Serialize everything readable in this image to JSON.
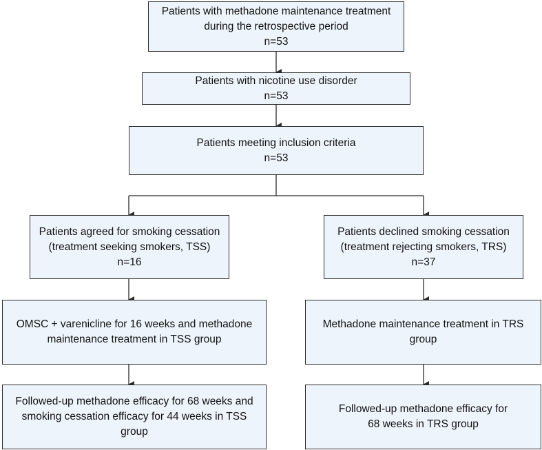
{
  "boxes": {
    "top": {
      "lines": [
        "Patients with methadone maintenance treatment",
        "during the retrospective period",
        "n=53"
      ]
    },
    "nicotine": {
      "lines": [
        "Patients with nicotine use disorder",
        "n=53"
      ]
    },
    "inclusion": {
      "lines": [
        "Patients meeting inclusion criteria",
        "n=53"
      ]
    },
    "tss": {
      "lines": [
        "Patients agreed for smoking cessation",
        "(treatment seeking smokers, TSS)",
        "n=16"
      ]
    },
    "trs": {
      "lines": [
        "Patients declined smoking cessation",
        "(treatment rejecting smokers, TRS)",
        "n=37"
      ]
    },
    "tss_treatment": {
      "lines": [
        "OMSC + varenicline for 16 weeks and methadone",
        "maintenance treatment in TSS group"
      ]
    },
    "trs_treatment": {
      "lines": [
        "Methadone maintenance treatment in TRS",
        "group"
      ]
    },
    "tss_followup": {
      "lines": [
        "Followed-up methadone efficacy for 68 weeks and",
        "smoking cessation efficacy for 44 weeks in TSS",
        "group"
      ]
    },
    "trs_followup": {
      "lines": [
        "Followed-up methadone efficacy for",
        "68 weeks in TRS group"
      ]
    }
  },
  "colors": {
    "box_fill": "#eef4fb",
    "border": "#2b2b2b",
    "arrow": "#2b2b2b"
  }
}
